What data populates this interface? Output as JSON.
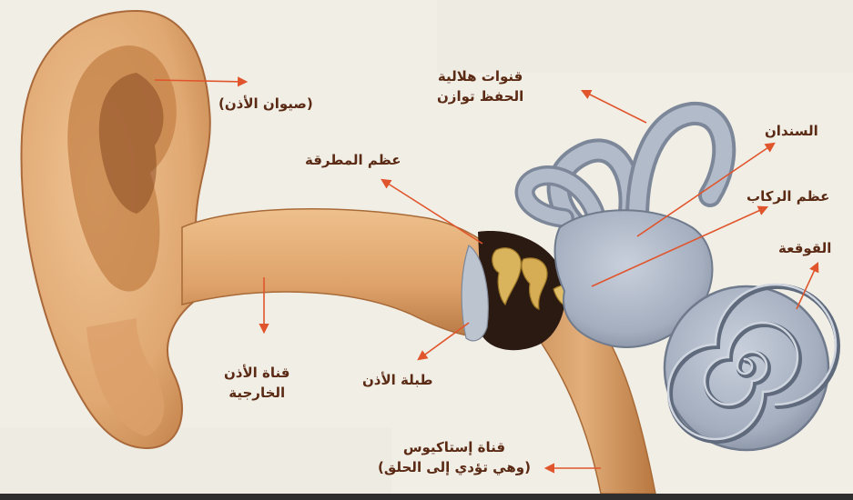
{
  "labels": {
    "pinna": "(صيوان الأذن)",
    "canals_line1": "قنوات هلالية",
    "canals_line2": "الحفظ توازن",
    "incus": "السندان",
    "malleus": "عظم المطرقة",
    "stapes": "عظم الركاب",
    "cochlea": "القوقعة",
    "ear_canal_line1": "قناة الأذن",
    "ear_canal_line2": "الخارجية",
    "eardrum": "طبلة الأذن",
    "eustachian_line1": "قناة إستاكيوس",
    "eustachian_line2": "(وهي تؤدي إلى الحلق)"
  },
  "colors": {
    "background": "#f1eee6",
    "skin": "#e3b07c",
    "skin_dark": "#b9743f",
    "inner_ear": "#a9b3c3",
    "inner_ear_dark": "#6f7a8c",
    "bone": "#d9b45c",
    "arrow": "#e0552b",
    "label_text": "#5a2a14"
  }
}
